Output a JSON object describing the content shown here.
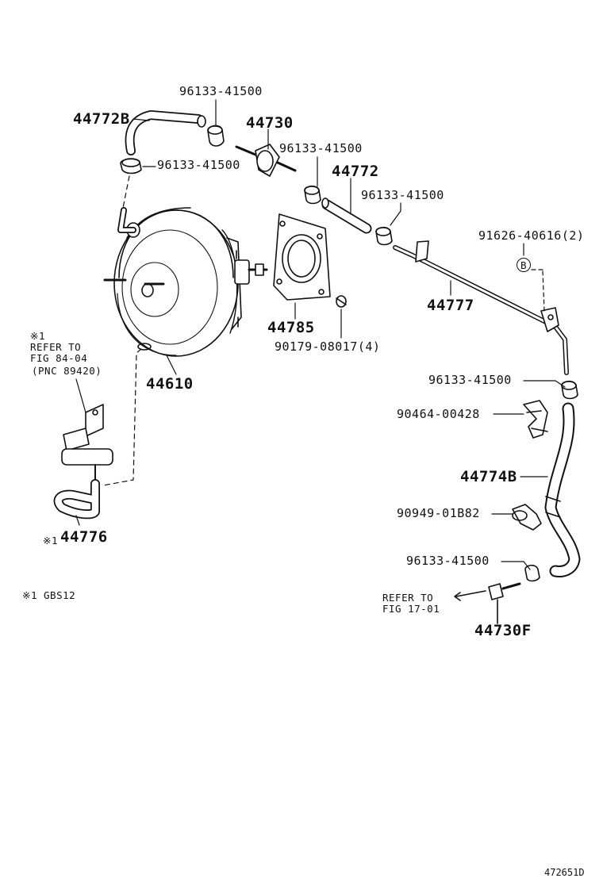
{
  "parts": {
    "p44772B": "44772B",
    "p96133_top": "96133-41500",
    "p44730": "44730",
    "p96133_left": "96133-41500",
    "p96133_mid": "96133-41500",
    "p44772": "44772",
    "p96133_right": "96133-41500",
    "p91626": "91626-40616(2)",
    "callout_b": "B",
    "p44777": "44777",
    "p44785": "44785",
    "p90179": "90179-08017(4)",
    "p44610": "44610",
    "p96133_lower1": "96133-41500",
    "p90464": "90464-00428",
    "p44774B": "44774B",
    "p90949": "90949-01B82",
    "p96133_lower2": "96133-41500",
    "p44730F": "44730F",
    "p44776": "44776",
    "note_mark_44776": "※1"
  },
  "notes": {
    "refer_left_mark": "※1",
    "refer_left_line1": "REFER TO",
    "refer_left_line2": "FIG 84-04",
    "refer_left_line3": "(PNC 89420)",
    "refer_right_line1": "REFER TO",
    "refer_right_line2": "FIG 17-01",
    "footnote": "※1 GBS12"
  },
  "figure_id": "472651D"
}
